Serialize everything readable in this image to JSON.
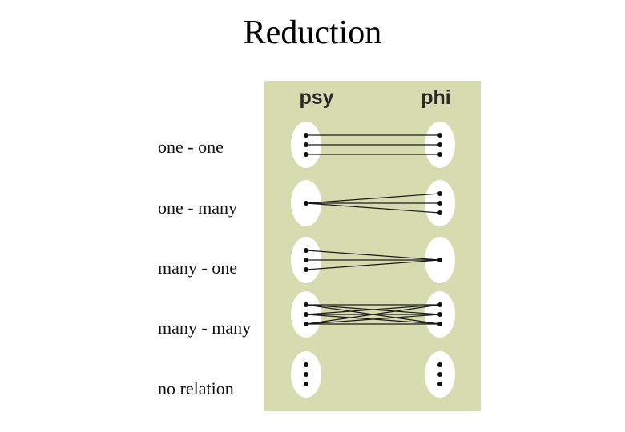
{
  "slide": {
    "title": "Reduction"
  },
  "diagram": {
    "panel_color": "#d6dcb0",
    "left_header": "psy",
    "right_header": "phi",
    "rows": [
      {
        "label": "one - one",
        "left_dots": 3,
        "right_dots": 3,
        "relation": "one-one"
      },
      {
        "label": "one - many",
        "left_dots": 1,
        "right_dots": 3,
        "relation": "one-many"
      },
      {
        "label": "many - one",
        "left_dots": 3,
        "right_dots": 1,
        "relation": "many-one"
      },
      {
        "label": "many - many",
        "left_dots": 3,
        "right_dots": 3,
        "relation": "many-many"
      },
      {
        "label": "no relation",
        "left_dots": 3,
        "right_dots": 3,
        "relation": "none"
      }
    ]
  }
}
